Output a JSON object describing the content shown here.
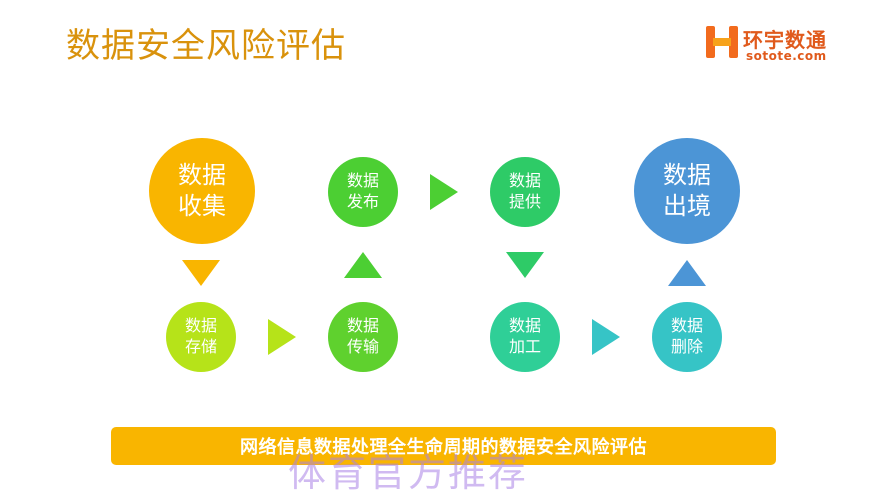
{
  "title": "数据安全风险评估",
  "logo": {
    "name": "环宇数通",
    "url": "sotote.com"
  },
  "nodes": {
    "collect": "数据\n收集",
    "store": "数据\n存储",
    "transmit": "数据\n传输",
    "publish": "数据\n发布",
    "provide": "数据\n提供",
    "process": "数据\n加工",
    "delete": "数据\n删除",
    "exit": "数据\n出境"
  },
  "colors": {
    "title": "#d9920c",
    "collect": "#f9b500",
    "store": "#b6e319",
    "transmit": "#5fd12e",
    "publish": "#4ccf33",
    "provide": "#2ecb67",
    "process": "#2fcf97",
    "delete": "#36c4c6",
    "exit": "#4c95d6",
    "banner": "#f9b500"
  },
  "banner": "网络信息数据处理全生命周期的数据安全风险评估",
  "watermark": "体育官方推荐"
}
